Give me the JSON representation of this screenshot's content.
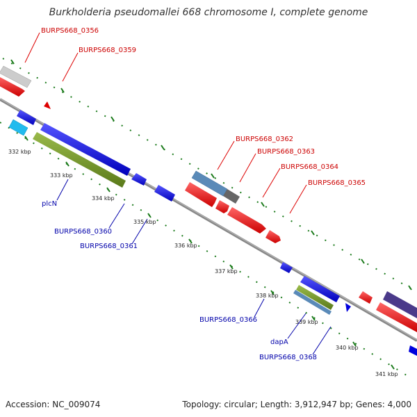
{
  "title": "Burkholderia pseudomallei 668 chromosome I, complete genome",
  "footer": {
    "accession": "Accession: NC_009074",
    "summary": "Topology: circular; Length: 3,912,947 bp; Genes: 4,000"
  },
  "gene_labels": {
    "g0356": "BURPS668_0356",
    "g0359": "BURPS668_0359",
    "g0362": "BURPS668_0362",
    "g0363": "BURPS668_0363",
    "g0364": "BURPS668_0364",
    "g0365": "BURPS668_0365",
    "plcN": "plcN",
    "g0360": "BURPS668_0360",
    "g0361": "BURPS668_0361",
    "g0366": "BURPS668_0366",
    "dapA": "dapA",
    "g0368": "BURPS668_0368"
  },
  "scale_labels": {
    "k332": "332 kbp",
    "k333": "333 kbp",
    "k334": "334 kbp",
    "k335": "335 kbp",
    "k336": "336 kbp",
    "k337": "337 kbp",
    "k338": "338 kbp",
    "k339": "339 kbp",
    "k340": "340 kbp",
    "k341": "341 kbp"
  },
  "colors": {
    "forward_cds": "#ee0000",
    "reverse_cds": "#0000ee",
    "rna": "#7a9a2a",
    "backbone": "#888888",
    "tick": "#1a7a1a"
  }
}
